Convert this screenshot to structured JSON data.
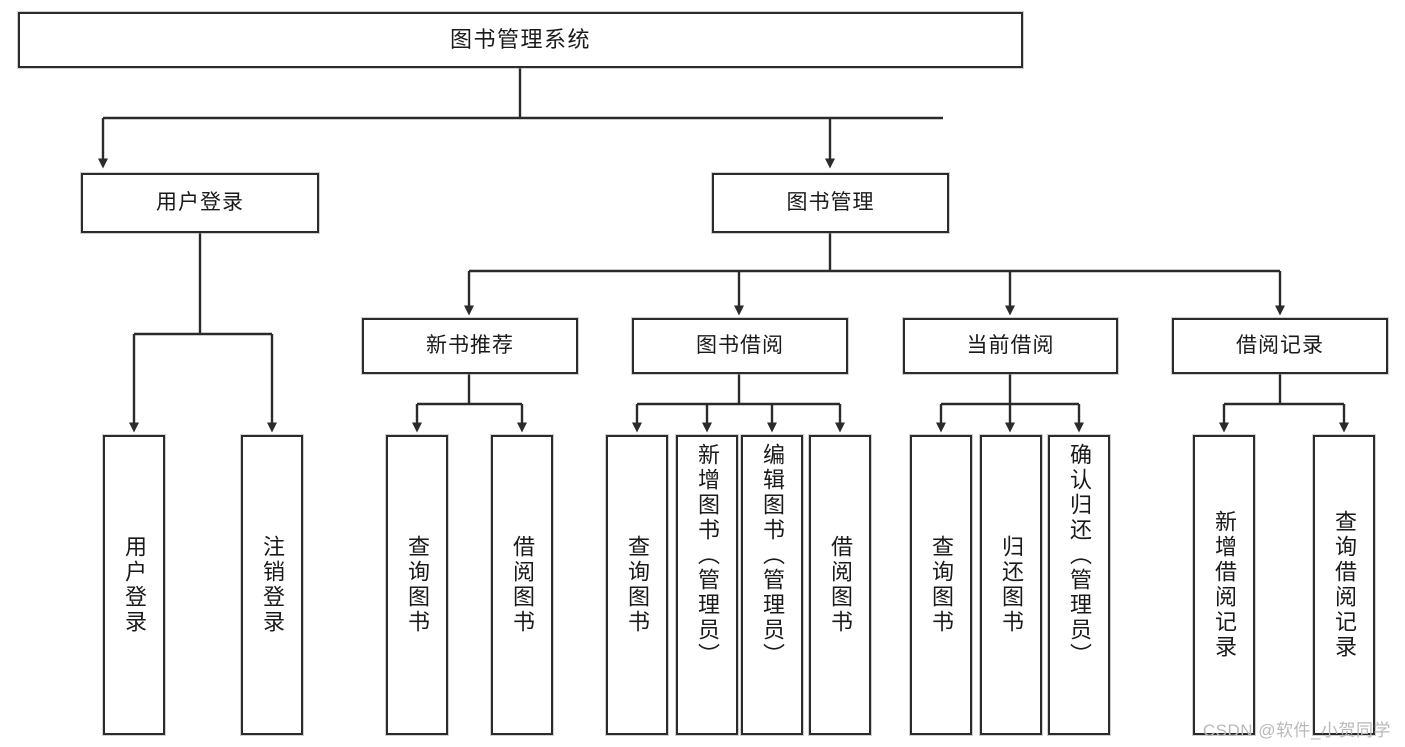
{
  "diagram": {
    "title": "图书管理系统",
    "type": "tree-hierarchy",
    "watermark": "CSDN @软件_小贺同学",
    "colors": {
      "box_border": "#2b2b2b",
      "box_fill": "#ffffff",
      "connector": "#2b2b2b",
      "text": "#1a1a1a",
      "watermark": "#b9b9b9",
      "background": "#ffffff"
    },
    "levels": {
      "root": {
        "label": "图书管理系统"
      },
      "level2": [
        {
          "label": "用户登录"
        },
        {
          "label": "图书管理"
        }
      ],
      "level3": [
        {
          "label": "新书推荐"
        },
        {
          "label": "图书借阅"
        },
        {
          "label": "当前借阅"
        },
        {
          "label": "借阅记录"
        }
      ],
      "leaves": {
        "user_login": [
          {
            "label": "用户登录"
          },
          {
            "label": "注销登录"
          }
        ],
        "new_book_recommend": [
          {
            "label": "查询图书"
          },
          {
            "label": "借阅图书"
          }
        ],
        "book_borrow": [
          {
            "label": "查询图书"
          },
          {
            "label": "新增图书（管理员）"
          },
          {
            "label": "编辑图书（管理员）"
          },
          {
            "label": "借阅图书"
          }
        ],
        "current_borrow": [
          {
            "label": "查询图书"
          },
          {
            "label": "归还图书"
          },
          {
            "label": "确认归还（管理员）"
          }
        ],
        "borrow_record": [
          {
            "label": "新增借阅记录"
          },
          {
            "label": "查询借阅记录"
          }
        ]
      }
    }
  }
}
